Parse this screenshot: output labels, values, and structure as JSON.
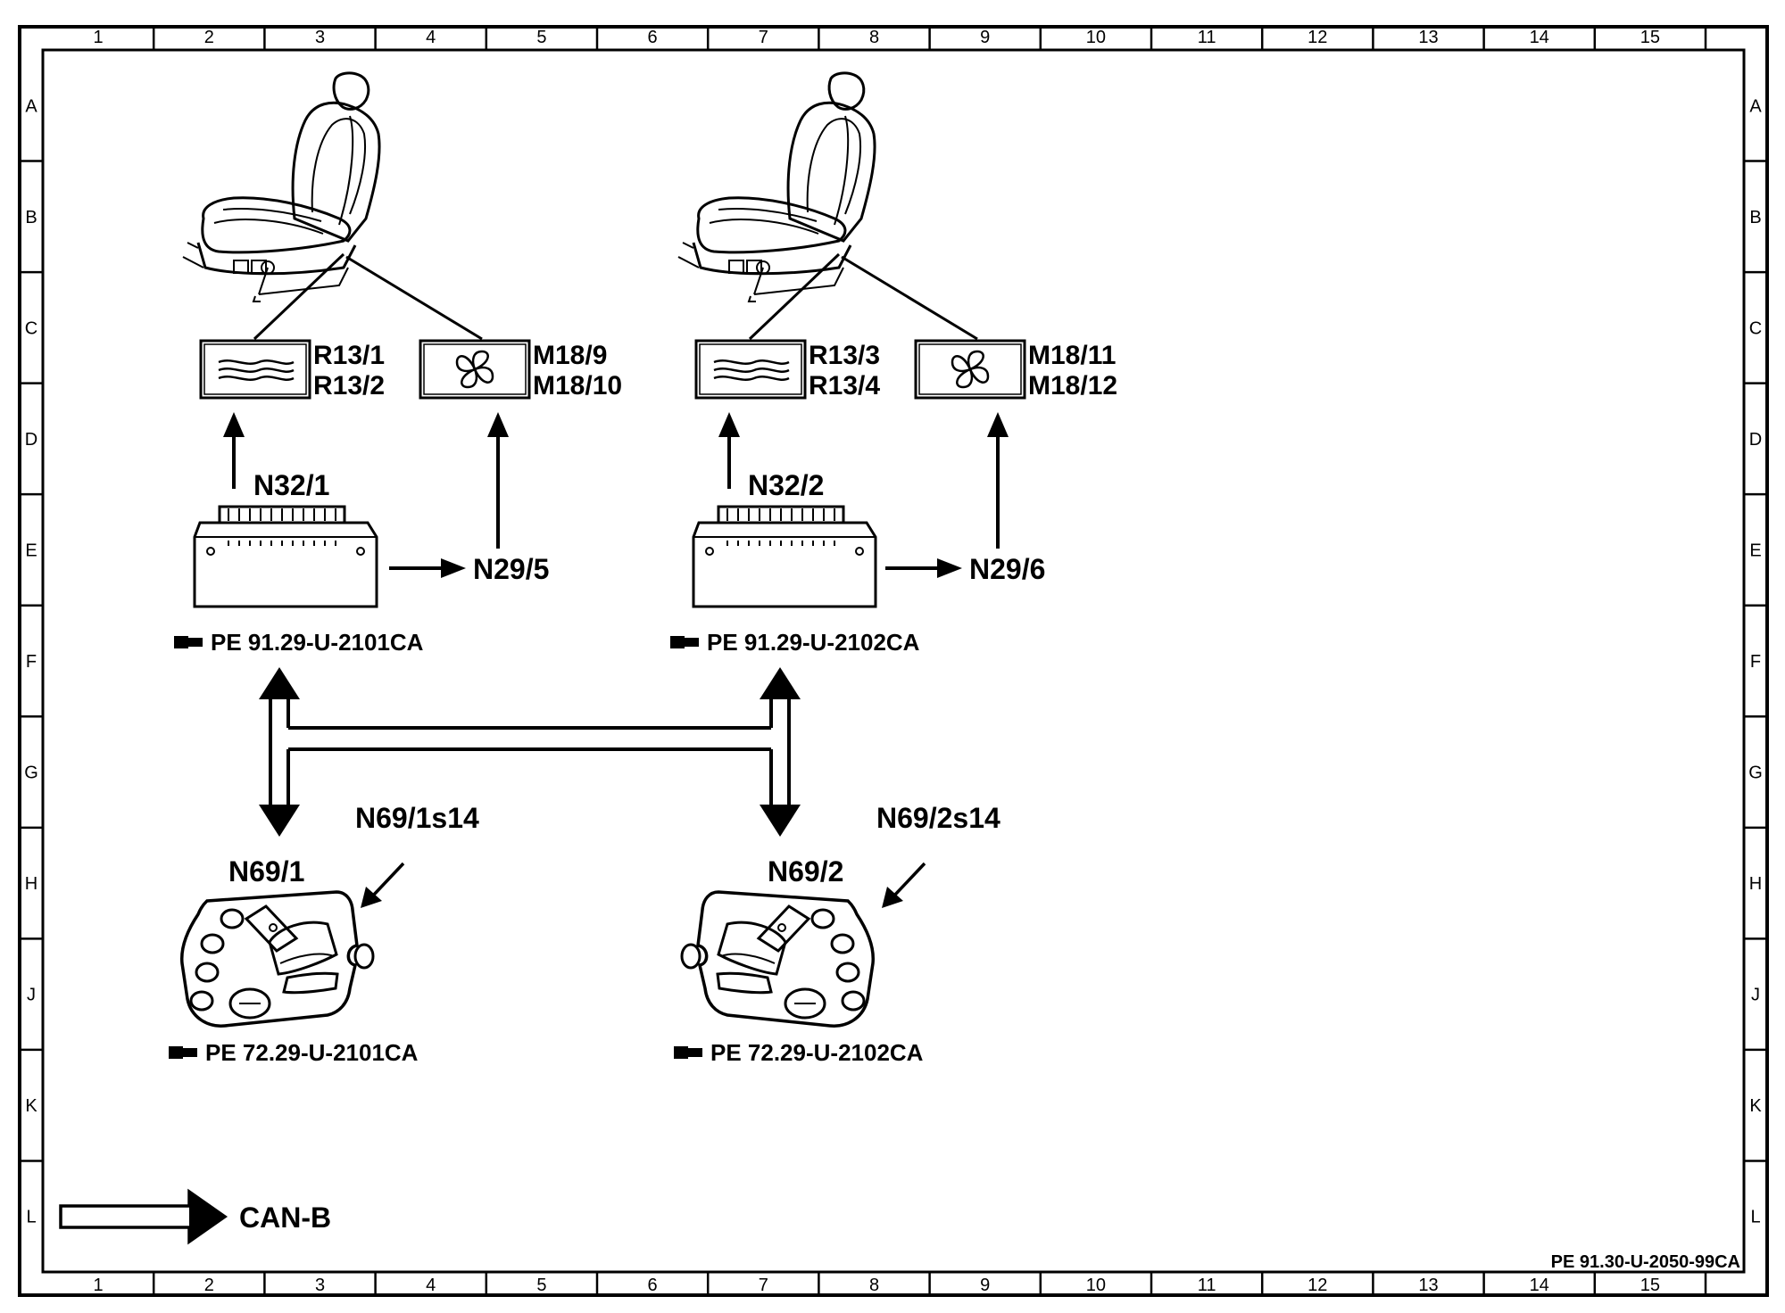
{
  "grid": {
    "columns": [
      "1",
      "2",
      "3",
      "4",
      "5",
      "6",
      "7",
      "8",
      "9",
      "10",
      "11",
      "12",
      "13",
      "14",
      "15"
    ],
    "rows": [
      "A",
      "B",
      "C",
      "D",
      "E",
      "F",
      "G",
      "H",
      "J",
      "K",
      "L"
    ]
  },
  "components": {
    "heater_left": {
      "line1": "R13/1",
      "line2": "R13/2"
    },
    "fan_left": {
      "line1": "M18/9",
      "line2": "M18/10"
    },
    "heater_right": {
      "line1": "R13/3",
      "line2": "R13/4"
    },
    "fan_right": {
      "line1": "M18/11",
      "line2": "M18/12"
    },
    "module_left": {
      "label": "N32/1",
      "output": "N29/5",
      "ref": "PE  91.29-U-2101CA"
    },
    "module_right": {
      "label": "N32/2",
      "output": "N29/6",
      "ref": "PE  91.29-U-2102CA"
    },
    "switch_left": {
      "label": "N69/1",
      "sub_label": "N69/1s14",
      "ref": "PE  72.29-U-2101CA"
    },
    "switch_right": {
      "label": "N69/2",
      "sub_label": "N69/2s14",
      "ref": "PE  72.29-U-2102CA"
    }
  },
  "legend": {
    "can_label": "CAN-B"
  },
  "footer": {
    "drawing_ref": "PE 91.30-U-2050-99CA"
  }
}
